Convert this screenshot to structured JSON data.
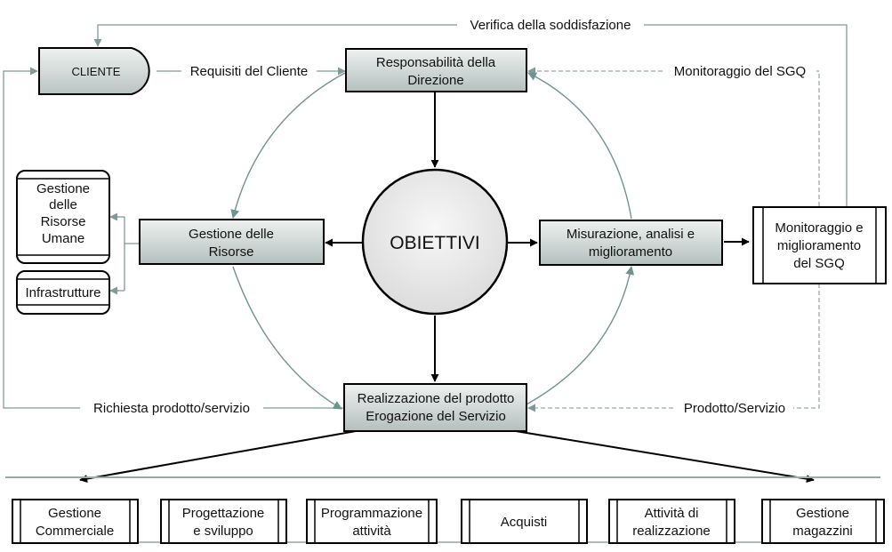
{
  "nodes": {
    "cliente": "CLIENTE",
    "responsabilita": [
      "Responsabilità della",
      "Direzione"
    ],
    "gestione_risorse": [
      "Gestione delle",
      "Risorse"
    ],
    "obiettivi": "OBIETTIVI",
    "misurazione": [
      "Misurazione, analisi e",
      "miglioramento"
    ],
    "monitoraggio_miglioramento": [
      "Monitoraggio e",
      "miglioramento",
      "del SGQ"
    ],
    "realizzazione": [
      "Realizzazione del prodotto",
      "Erogazione del Servizio"
    ],
    "risorse_umane": [
      "Gestione",
      "delle",
      "Risorse",
      "Umane"
    ],
    "infrastrutture": "Infrastrutture"
  },
  "edge_labels": {
    "verifica": "Verifica della soddisfazione",
    "requisiti": "Requisiti del Cliente",
    "monitoraggio_sgq": "Monitoraggio del SGQ",
    "richiesta": "Richiesta prodotto/servizio",
    "prodotto": "Prodotto/Servizio"
  },
  "processes": [
    [
      "Gestione",
      "Commerciale"
    ],
    [
      "Progettazione",
      "e sviluppo"
    ],
    [
      "Programmazione",
      "attività"
    ],
    [
      "Acquisti"
    ],
    [
      "Attività di",
      "realizzazione"
    ],
    [
      "Gestione",
      "magazzini"
    ]
  ],
  "colors": {
    "box_fill_light": "#e6ebea",
    "box_fill_dark": "#b9c4c2",
    "circle_fill": "#ececec",
    "cycle_arrow": "#6e9491",
    "flow_line": "#7f9a98",
    "dashed_line": "#9aaaa8",
    "bottom_bar": "#a9bbb8"
  }
}
